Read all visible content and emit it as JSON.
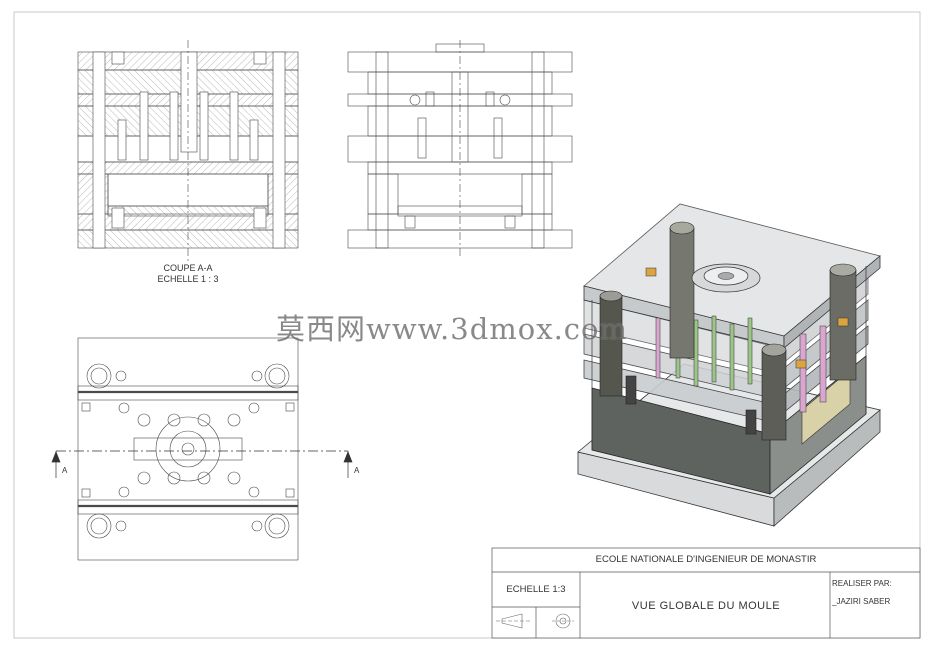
{
  "section_view": {
    "title": "COUPE A-A",
    "scale": "ECHELLE 1 : 3"
  },
  "section_markers": {
    "left": "A",
    "right": "A"
  },
  "watermark": {
    "text": "莫西网www.3dmox.com"
  },
  "title_block": {
    "school": "ECOLE NATIONALE D'INGENIEUR DE MONASTIR",
    "scale": "ECHELLE 1:3",
    "drawing_title": "VUE GLOBALE  DU MOULE",
    "made_by_label": "REALISER PAR:",
    "author": "_JAZIRI SABER"
  },
  "colors": {
    "line": "#4a4a4a",
    "hatch": "#777777",
    "iso_base": "#5f635f",
    "iso_glass": "#c9cdd0",
    "pin_green": "#9cc58a",
    "pin_pink": "#d8a6cf",
    "bushing": "#d9a441"
  }
}
